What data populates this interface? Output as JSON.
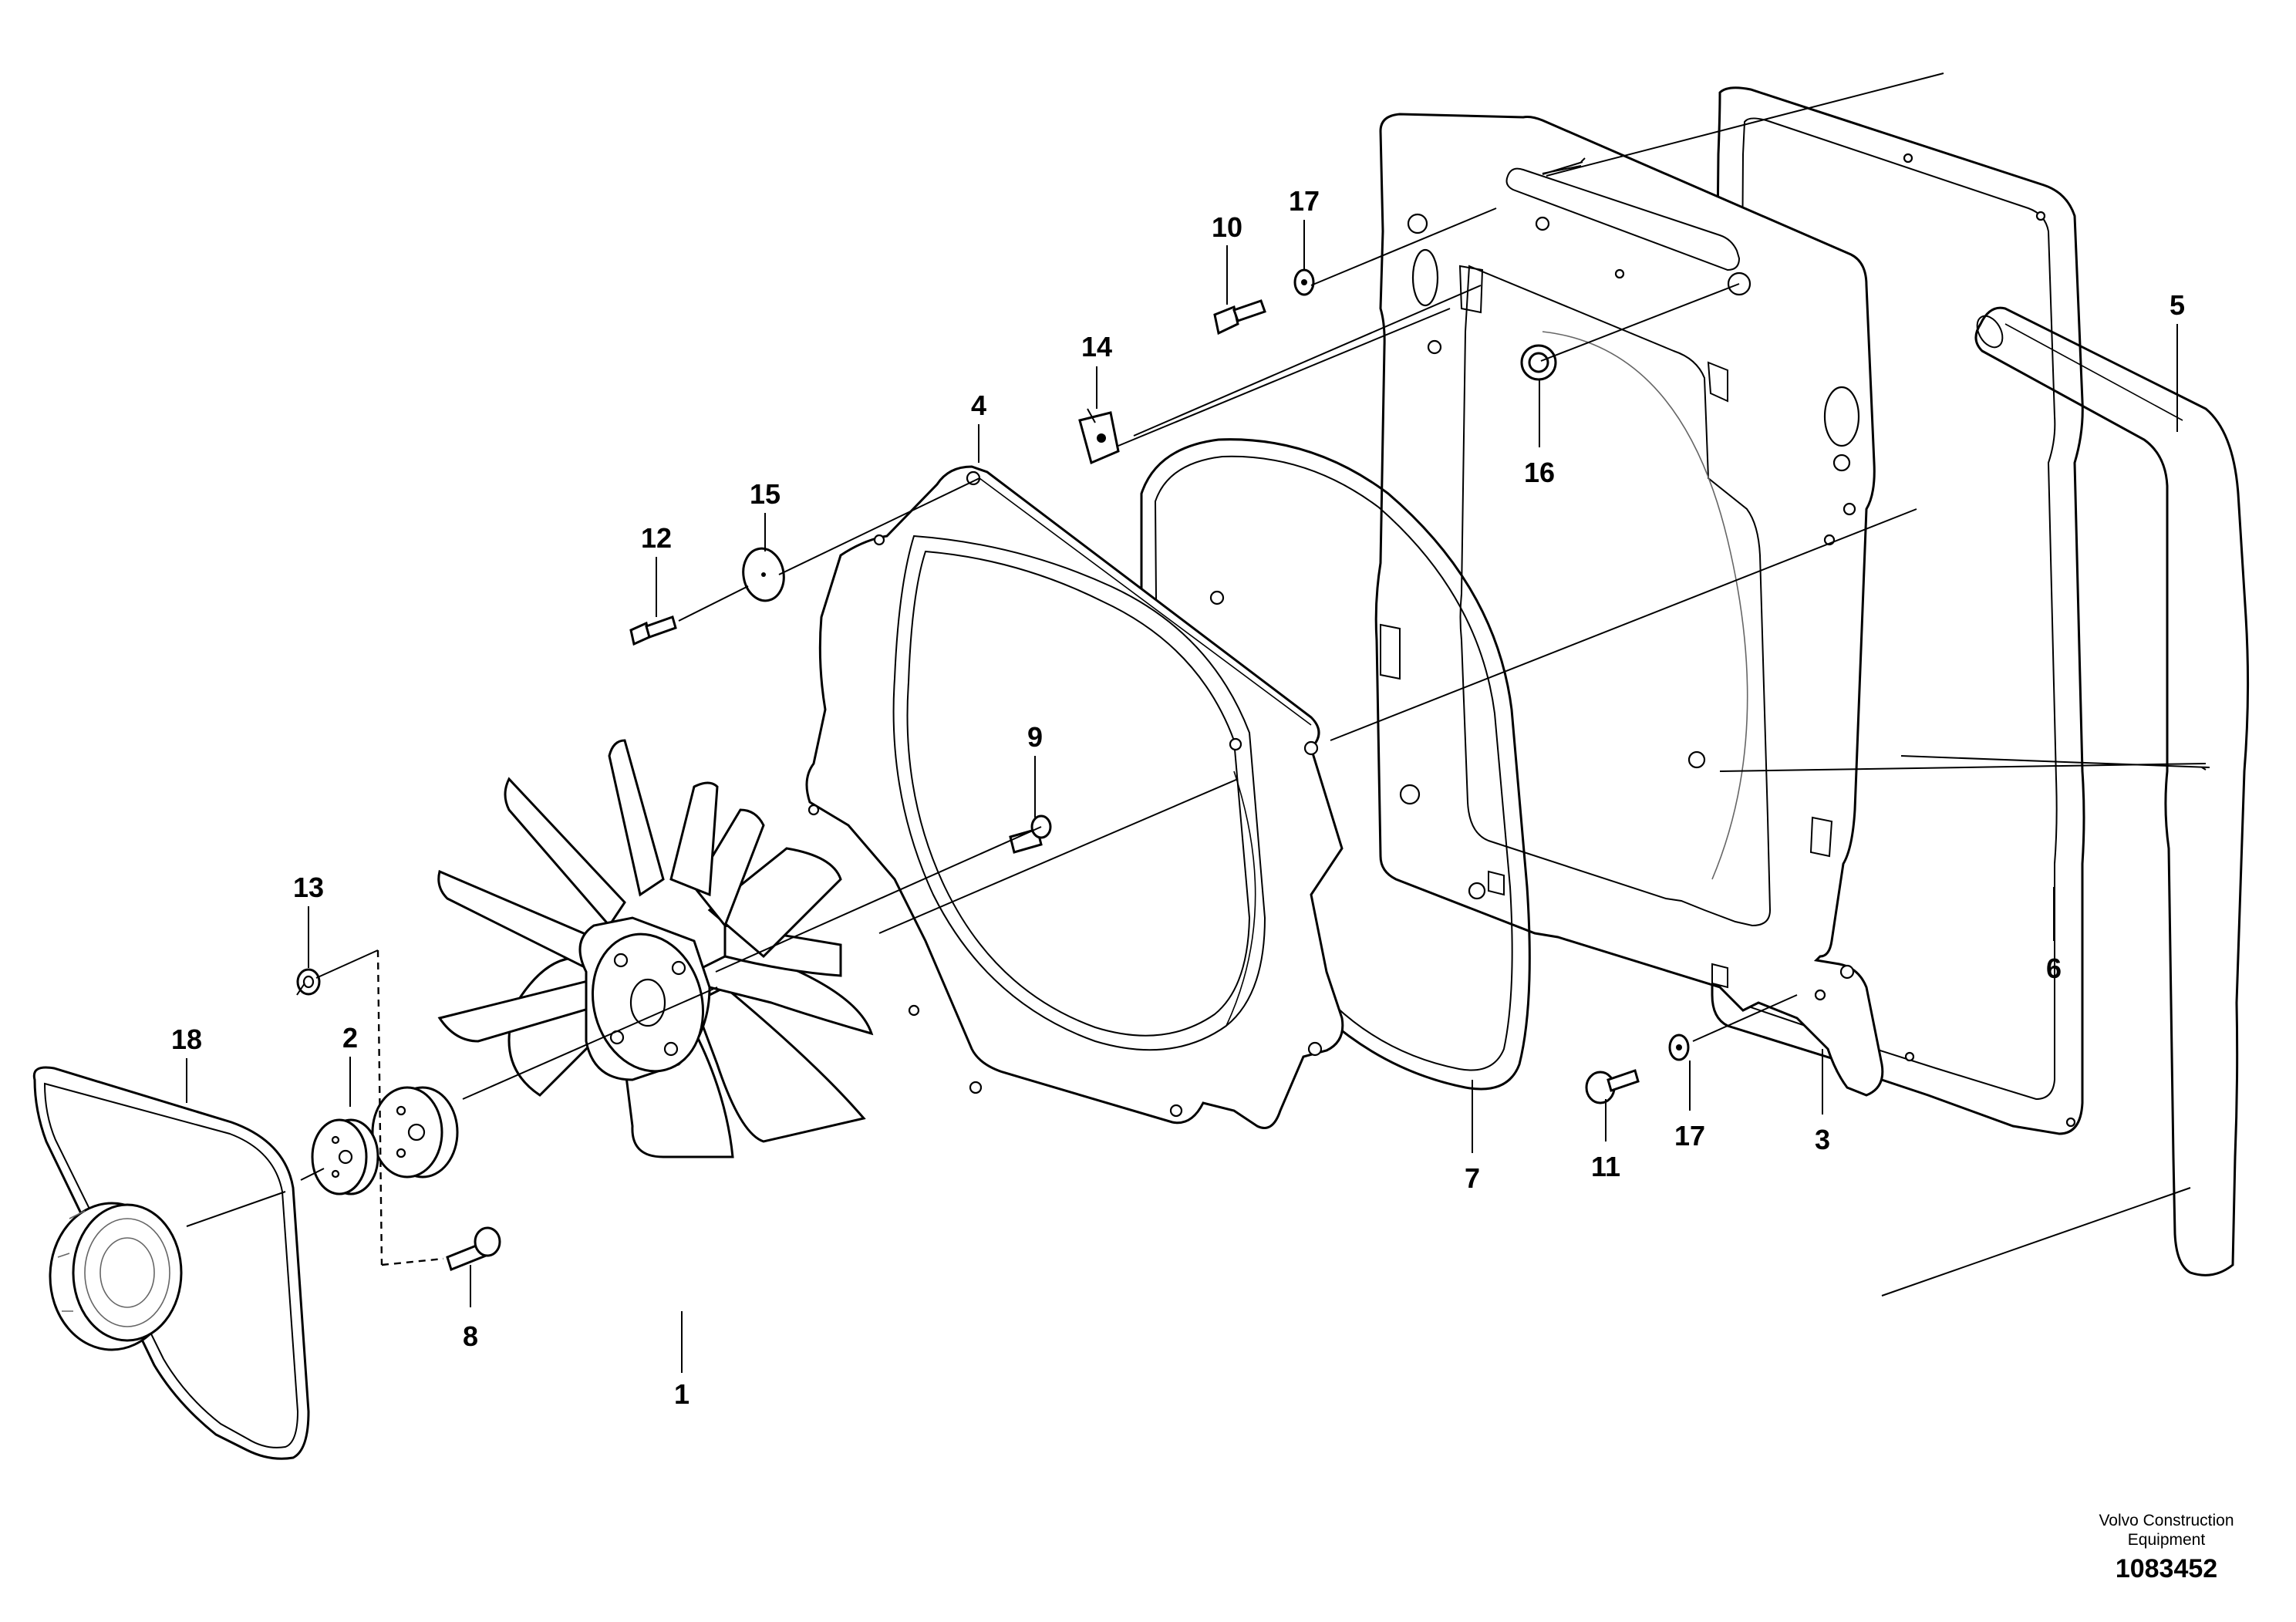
{
  "diagram": {
    "callouts": [
      {
        "id": "c1",
        "label": "1"
      },
      {
        "id": "c2",
        "label": "2"
      },
      {
        "id": "c3",
        "label": "3"
      },
      {
        "id": "c4",
        "label": "4"
      },
      {
        "id": "c5",
        "label": "5"
      },
      {
        "id": "c6",
        "label": "6"
      },
      {
        "id": "c7",
        "label": "7"
      },
      {
        "id": "c8",
        "label": "8"
      },
      {
        "id": "c9",
        "label": "9"
      },
      {
        "id": "c10",
        "label": "10"
      },
      {
        "id": "c11",
        "label": "11"
      },
      {
        "id": "c12",
        "label": "12"
      },
      {
        "id": "c13",
        "label": "13"
      },
      {
        "id": "c14",
        "label": "14"
      },
      {
        "id": "c15",
        "label": "15"
      },
      {
        "id": "c16",
        "label": "16"
      },
      {
        "id": "c17a",
        "label": "17"
      },
      {
        "id": "c17b",
        "label": "17"
      },
      {
        "id": "c18",
        "label": "18"
      }
    ]
  },
  "brand": {
    "line1": "Volvo Construction",
    "line2": "Equipment"
  },
  "doc_number": "1083452"
}
